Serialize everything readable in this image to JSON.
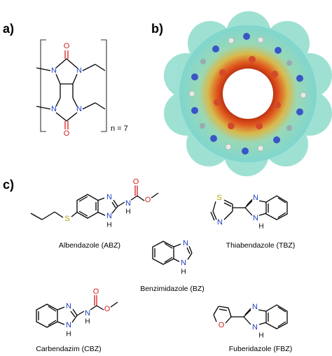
{
  "panels": {
    "a": {
      "label": "a)",
      "repeat_label": "n = 7",
      "atoms": {
        "O": "O",
        "N": "N"
      }
    },
    "b": {
      "label": "b)"
    },
    "c": {
      "label": "c)"
    }
  },
  "compounds": {
    "abz": {
      "name": "Albendazole (ABZ)",
      "atoms": {
        "S": "S",
        "N": "N",
        "H": "H",
        "O": "O"
      }
    },
    "tbz": {
      "name": "Thiabendazole (TBZ)",
      "atoms": {
        "S": "S",
        "N": "N",
        "H": "H"
      }
    },
    "bz": {
      "name": "Benzimidazole (BZ)",
      "atoms": {
        "N": "N",
        "H": "H"
      }
    },
    "cbz": {
      "name": "Carbendazim (CBZ)",
      "atoms": {
        "N": "N",
        "H": "H",
        "O": "O"
      }
    },
    "fbz": {
      "name": "Fuberidazole (FBZ)",
      "atoms": {
        "O": "O",
        "N": "N",
        "H": "H"
      }
    }
  },
  "colors": {
    "nitrogen": "#1f3fbf",
    "oxygen": "#d42020",
    "sulfur": "#b8a000",
    "esp_outer": "#7fd6cf",
    "esp_inner": "#e0541c"
  }
}
